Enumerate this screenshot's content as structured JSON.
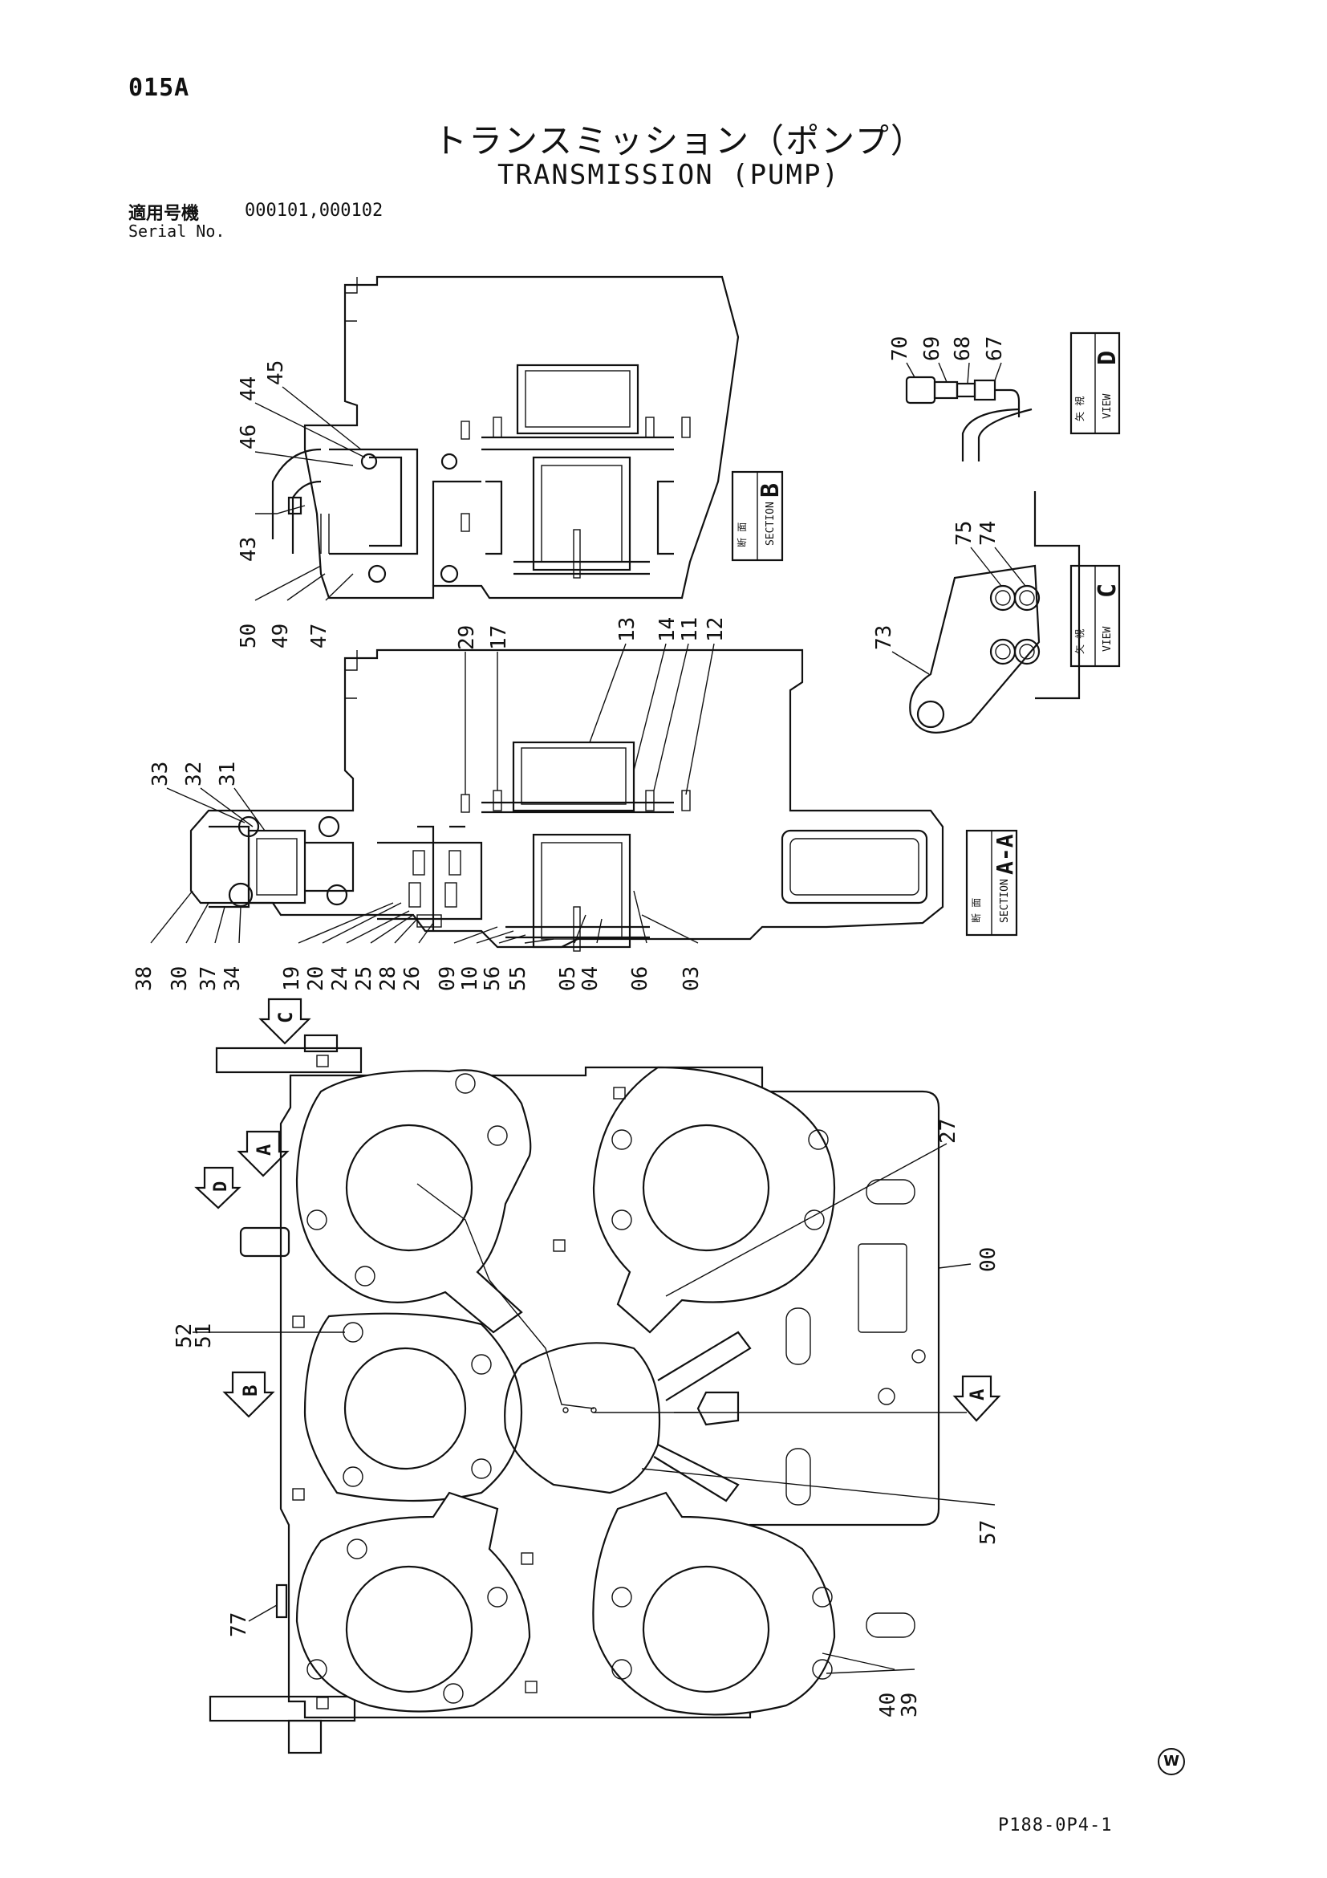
{
  "header": {
    "page_code": "015A",
    "title_jp": "トランスミッション（ポンプ）",
    "title_en": "TRANSMISSION (PUMP)",
    "serial_label_jp": "適用号機",
    "serial_label_en": "Serial No.",
    "serial_values": "000101,000102"
  },
  "labels": {
    "section_word": "SECTION",
    "view_word": "VIEW",
    "section_jp": "断 面",
    "view_jp": "矢 視",
    "section_b": "B",
    "section_aa": "A-A",
    "view_c": "C",
    "view_d": "D",
    "arrow_a": "A",
    "arrow_b": "B",
    "arrow_c": "C",
    "arrow_d": "D"
  },
  "callouts": {
    "view_d": [
      "70",
      "69",
      "68",
      "67"
    ],
    "section_b": [
      "45",
      "44",
      "46",
      "43",
      "50",
      "49",
      "47"
    ],
    "view_c": [
      "75",
      "74",
      "73"
    ],
    "section_aa_top": [
      "29",
      "17",
      "13",
      "14",
      "11",
      "12",
      "33",
      "32",
      "31"
    ],
    "section_aa_bottom": [
      "38",
      "30",
      "37",
      "34",
      "19",
      "20",
      "24",
      "25",
      "28",
      "26",
      "09",
      "10",
      "56",
      "55",
      "05",
      "04",
      "06",
      "03"
    ],
    "plan": [
      "27",
      "00",
      "52",
      "51",
      "57",
      "77",
      "40",
      "39"
    ]
  },
  "footer": {
    "doc_code": "P188-0P4-1",
    "mark": "W"
  }
}
